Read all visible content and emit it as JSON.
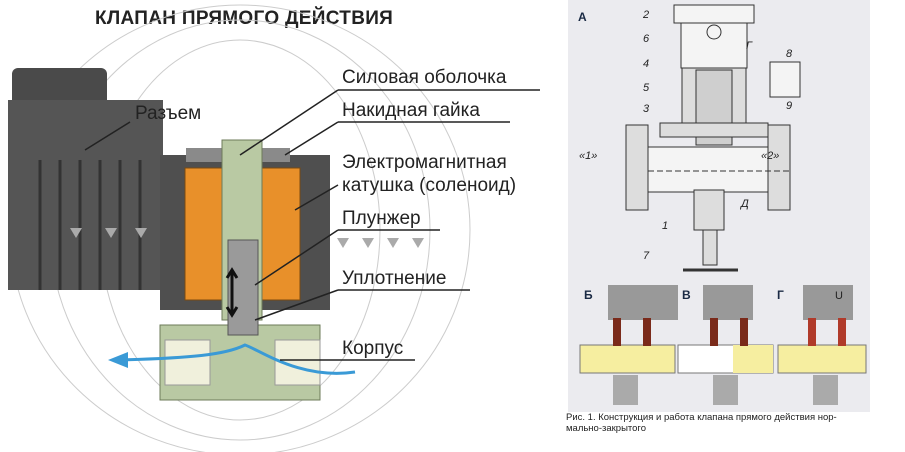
{
  "left_diagram": {
    "title": "КЛАПАН ПРЯМОГО ДЕЙСТВИЯ",
    "labels": {
      "connector": "Разъем",
      "power_shell": "Силовая оболочка",
      "union_nut": "Накидная гайка",
      "coil_line1": "Электромагнитная",
      "coil_line2": "катушка (соленоид)",
      "plunger": "Плунжер",
      "seal": "Уплотнение",
      "body": "Корпус"
    },
    "colors": {
      "coil": "#e8902a",
      "body": "#b9c9a3",
      "housing": "#505050",
      "flow": "#3a9ad6"
    }
  },
  "right_diagram": {
    "panel_a": "А",
    "numbers": [
      "1",
      "2",
      "3",
      "4",
      "5",
      "6",
      "7",
      "8",
      "9"
    ],
    "letters": {
      "g": "Г",
      "d": "Д"
    },
    "ports": {
      "in": "«1»",
      "out": "«2»"
    },
    "panels": [
      "Б",
      "В",
      "Г"
    ],
    "voltage": "U",
    "caption_line1": "Рис. 1. Конструкция и работа клапана прямого действия нор-",
    "caption_line2": "мально-закрытого"
  }
}
